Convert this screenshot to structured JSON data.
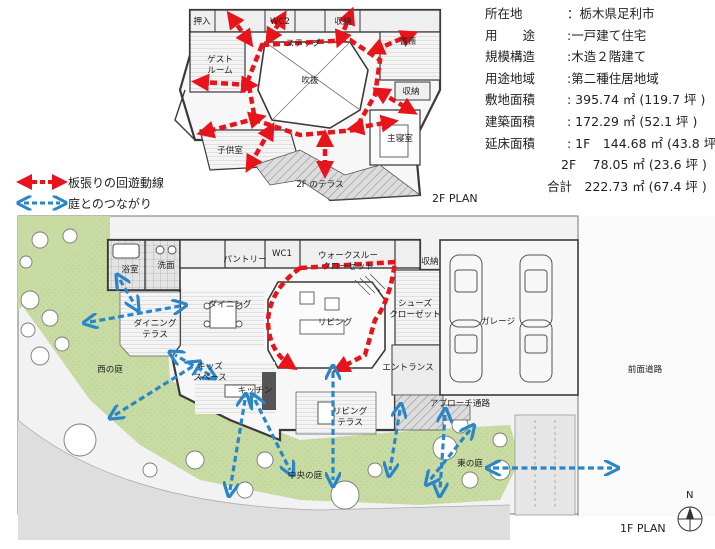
{
  "project_info": [
    {
      "label": "所在地",
      "value": "：栃木県足利市"
    },
    {
      "label": "用　　途",
      "value": ":一戸建て住宅"
    },
    {
      "label": "規模構造",
      "value": ":木造２階建て"
    },
    {
      "label": "用途地域",
      "value": ":第二種住居地域"
    },
    {
      "label": "敷地面積",
      "value": ": 395.74 ㎡ (119.7 坪 )"
    },
    {
      "label": "建築面積",
      "value": ": 172.29 ㎡ (52.1 坪 )"
    },
    {
      "label": "延床面積",
      "value": ": 1F　144.68 ㎡ (43.8 坪 )"
    }
  ],
  "area_2f": "2F　 78.05 ㎡ (23.6 坪 )",
  "area_total": "合計　222.73 ㎡ (67.4 坪 )",
  "legend": {
    "red": "板張りの回遊動線",
    "blue": "庭とのつながり"
  },
  "plan_labels": {
    "plan_2f": "2F PLAN",
    "plan_1f": "1F PLAN",
    "north": "N"
  },
  "rooms_2f": {
    "oshiire": "押入",
    "wc2": "WC2",
    "storage1": "収納",
    "step": "ステップ",
    "study": "書斎",
    "guest": "ゲスト\nルーム",
    "fukinuke": "吹抜",
    "storage2": "収納",
    "master": "主寝室",
    "kids": "子供室",
    "terrace": "2F のテラス"
  },
  "rooms_1f": {
    "bath": "浴室",
    "wash": "洗面",
    "pantry": "パントリー",
    "wc1": "WC1",
    "walkin": "ウォークスルー\nクローゼット",
    "storage": "収納",
    "dining": "ダイニング",
    "dining_terrace": "ダイニング\nテラス",
    "living": "リビング",
    "shoes": "シューズ\nクローゼット",
    "garage": "ガレージ",
    "west_garden": "西の庭",
    "kids_space": "キッズ\nスペース",
    "kitchen": "キッチン",
    "entrance": "エントランス",
    "front_road": "前面道路",
    "living_terrace": "リビング\nテラス",
    "approach": "アプローチ通路",
    "center_garden": "中央の庭",
    "east_garden": "東の庭"
  },
  "colors": {
    "red_arrow": "#e8141b",
    "blue_arrow": "#2a86c9",
    "garden": "#c9dca3",
    "wall": "#3a3a3a"
  }
}
